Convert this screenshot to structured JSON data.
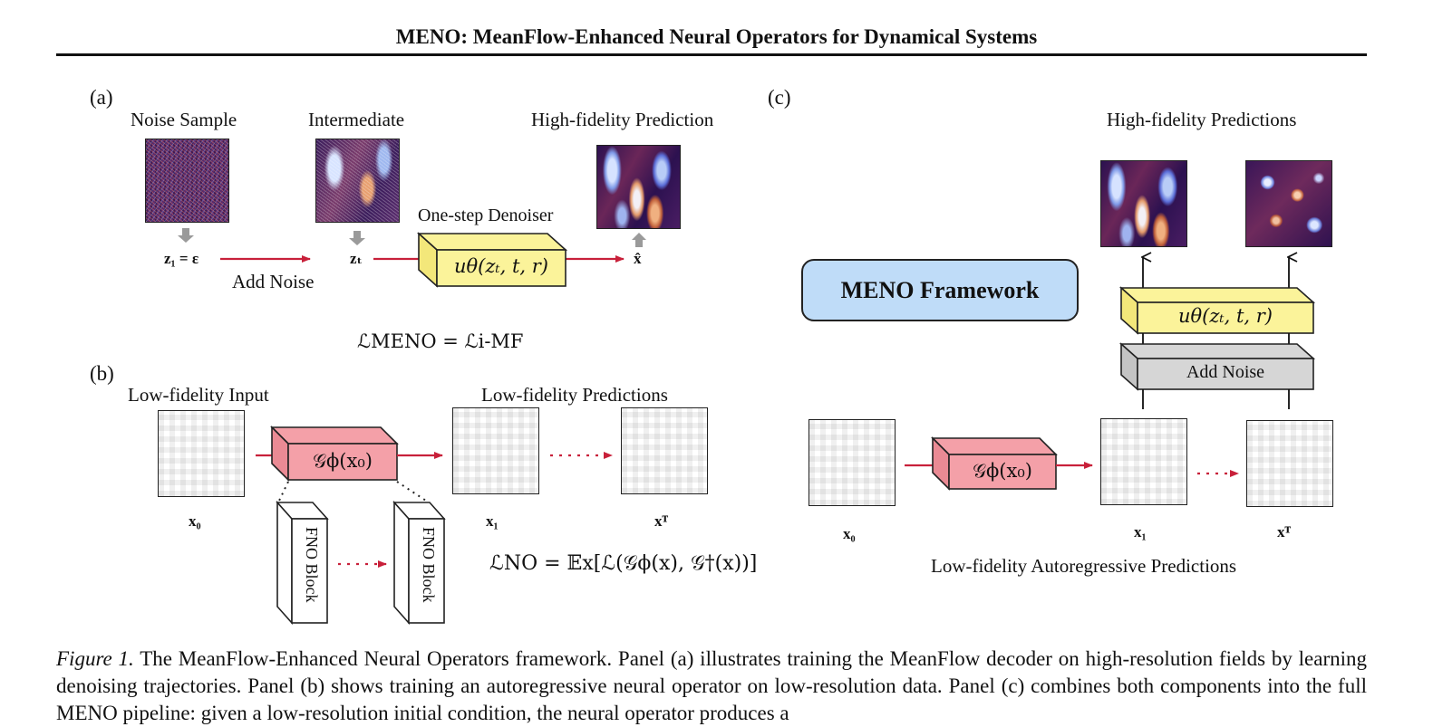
{
  "header": {
    "title": "MENO: MeanFlow-Enhanced Neural Operators for Dynamical Systems"
  },
  "panel_a": {
    "label": "(a)",
    "noise_sample": "Noise Sample",
    "intermediate": "Intermediate",
    "hf_prediction": "High-fidelity Prediction",
    "z1_eq": "z₁ = ε",
    "zt": "zₜ",
    "xhat": "x̂",
    "add_noise": "Add Noise",
    "denoiser_title": "One-step Denoiser",
    "denoiser_expr": "uθ(zₜ, t, r)",
    "loss": "ℒMENO = ℒi-MF"
  },
  "panel_b": {
    "label": "(b)",
    "lf_input": "Low-fidelity Input",
    "lf_predictions": "Low-fidelity Predictions",
    "operator_expr": "𝒢ϕ(x₀)",
    "x0": "x₀",
    "x1": "x₁",
    "xT": "xᵀ",
    "fno_block": "FNO Block",
    "loss": "ℒNO = 𝔼x[ℒ(𝒢ϕ(x), 𝒢†(x))]"
  },
  "panel_c": {
    "label": "(c)",
    "hf_predictions": "High-fidelity Predictions",
    "framework": "MENO Framework",
    "denoiser_expr": "uθ(zₜ, t, r)",
    "add_noise": "Add Noise",
    "operator_expr": "𝒢ϕ(x₀)",
    "x0": "x₀",
    "x1": "x₁",
    "xT": "xᵀ",
    "lf_autoregressive": "Low-fidelity Autoregressive Predictions"
  },
  "caption": {
    "figure_label": "Figure 1.",
    "text": " The MeanFlow-Enhanced Neural Operators framework. Panel (a) illustrates training the MeanFlow decoder on high-resolution fields by learning denoising trajectories. Panel (b) shows training an autoregressive neural operator on low-resolution data. Panel (c) combines both components into the full MENO pipeline: given a low-resolution initial condition, the neural operator produces a"
  },
  "colors": {
    "arrow_red": "#c8203a",
    "denoiser_yellow": "#fbf39a",
    "operator_pink": "#f4a0a8",
    "noise_gray": "#d6d6d6",
    "framework_blue": "#bfdcf8"
  }
}
